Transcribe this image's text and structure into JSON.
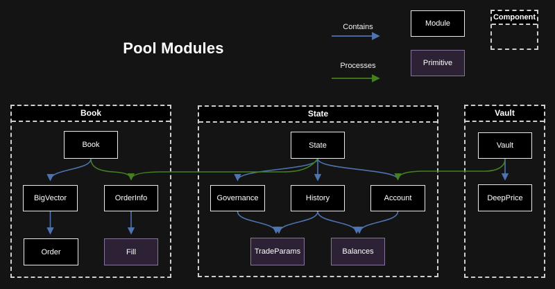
{
  "title": "Pool Modules",
  "colors": {
    "background": "#141414",
    "module_fill": "#000000",
    "module_border": "#ececec",
    "primitive_fill": "#2d2136",
    "primitive_border": "#87769b",
    "contains_arrow": "#4d74b0",
    "processes_arrow": "#43801f",
    "dashed_border": "#cfcfcf",
    "text": "#ffffff"
  },
  "legend": {
    "contains_label": "Contains",
    "processes_label": "Processes",
    "module_label": "Module",
    "primitive_label": "Primitive",
    "component_label": "Component"
  },
  "containers": [
    {
      "title": "Book",
      "nodes": [
        {
          "label": "Book",
          "type": "module"
        },
        {
          "label": "BigVector",
          "type": "module"
        },
        {
          "label": "OrderInfo",
          "type": "module"
        },
        {
          "label": "Order",
          "type": "module"
        },
        {
          "label": "Fill",
          "type": "primitive"
        }
      ]
    },
    {
      "title": "State",
      "nodes": [
        {
          "label": "State",
          "type": "module"
        },
        {
          "label": "Governance",
          "type": "module"
        },
        {
          "label": "History",
          "type": "module"
        },
        {
          "label": "Account",
          "type": "module"
        },
        {
          "label": "TradeParams",
          "type": "primitive"
        },
        {
          "label": "Balances",
          "type": "primitive"
        }
      ]
    },
    {
      "title": "Vault",
      "nodes": [
        {
          "label": "Vault",
          "type": "module"
        },
        {
          "label": "DeepPrice",
          "type": "module"
        }
      ]
    }
  ],
  "edges": {
    "contains": [
      [
        "Book",
        "BigVector"
      ],
      [
        "BigVector",
        "Order"
      ],
      [
        "OrderInfo",
        "Fill"
      ],
      [
        "State",
        "Governance"
      ],
      [
        "State",
        "History"
      ],
      [
        "State",
        "Account"
      ],
      [
        "Governance",
        "TradeParams"
      ],
      [
        "History",
        "TradeParams"
      ],
      [
        "History",
        "Balances"
      ],
      [
        "Account",
        "Balances"
      ],
      [
        "Vault",
        "DeepPrice"
      ]
    ],
    "processes": [
      [
        "Book",
        "OrderInfo"
      ],
      [
        "State",
        "OrderInfo"
      ],
      [
        "Vault",
        "Account"
      ]
    ]
  }
}
